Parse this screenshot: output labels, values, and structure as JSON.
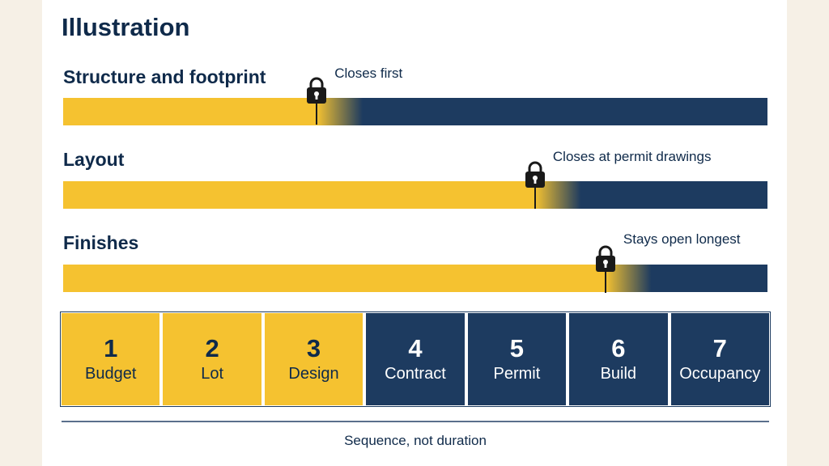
{
  "title": "Illustration",
  "colors": {
    "open": "#f5c230",
    "closed": "#1d3b60",
    "text": "#0f2a4a"
  },
  "rows": [
    {
      "label": "Structure and footprint",
      "note": "Closes first",
      "closes_at_fraction": 0.36,
      "icon": "lock-icon"
    },
    {
      "label": "Layout",
      "note": "Closes at permit drawings",
      "closes_at_fraction": 0.67,
      "icon": "lock-icon"
    },
    {
      "label": "Finishes",
      "note": "Stays open longest",
      "closes_at_fraction": 0.77,
      "icon": "lock-icon"
    }
  ],
  "stages": [
    {
      "num": "1",
      "name": "Budget",
      "color": "yellow"
    },
    {
      "num": "2",
      "name": "Lot",
      "color": "yellow"
    },
    {
      "num": "3",
      "name": "Design",
      "color": "yellow"
    },
    {
      "num": "4",
      "name": "Contract",
      "color": "navy"
    },
    {
      "num": "5",
      "name": "Permit",
      "color": "navy"
    },
    {
      "num": "6",
      "name": "Build",
      "color": "navy"
    },
    {
      "num": "7",
      "name": "Occupancy",
      "color": "navy"
    }
  ],
  "footer": "Sequence, not duration"
}
